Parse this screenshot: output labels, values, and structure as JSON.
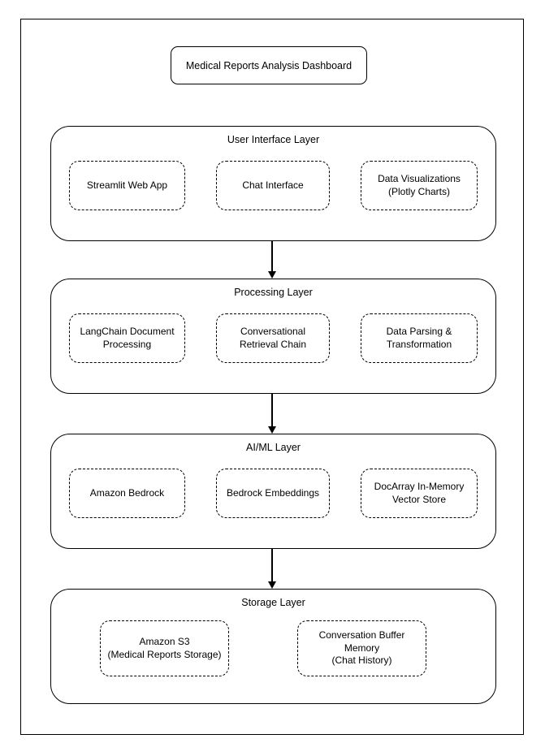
{
  "diagram": {
    "title": "Medical Reports Analysis Dashboard",
    "colors": {
      "ink": "#000000",
      "background": "#ffffff"
    },
    "layers": [
      {
        "label": "User Interface Layer",
        "boxes": [
          {
            "label": "Streamlit Web App"
          },
          {
            "label": "Chat Interface"
          },
          {
            "label": "Data Visualizations\n(Plotly Charts)"
          }
        ]
      },
      {
        "label": "Processing Layer",
        "boxes": [
          {
            "label": "LangChain Document\nProcessing"
          },
          {
            "label": "Conversational\nRetrieval Chain"
          },
          {
            "label": "Data Parsing &\nTransformation"
          }
        ]
      },
      {
        "label": "AI/ML Layer",
        "boxes": [
          {
            "label": "Amazon Bedrock"
          },
          {
            "label": "Bedrock Embeddings"
          },
          {
            "label": "DocArray In-Memory\nVector Store"
          }
        ]
      },
      {
        "label": "Storage Layer",
        "boxes": [
          {
            "label": "Amazon S3\n(Medical Reports Storage)"
          },
          {
            "label": "Conversation Buffer Memory\n(Chat History)"
          }
        ]
      }
    ]
  }
}
